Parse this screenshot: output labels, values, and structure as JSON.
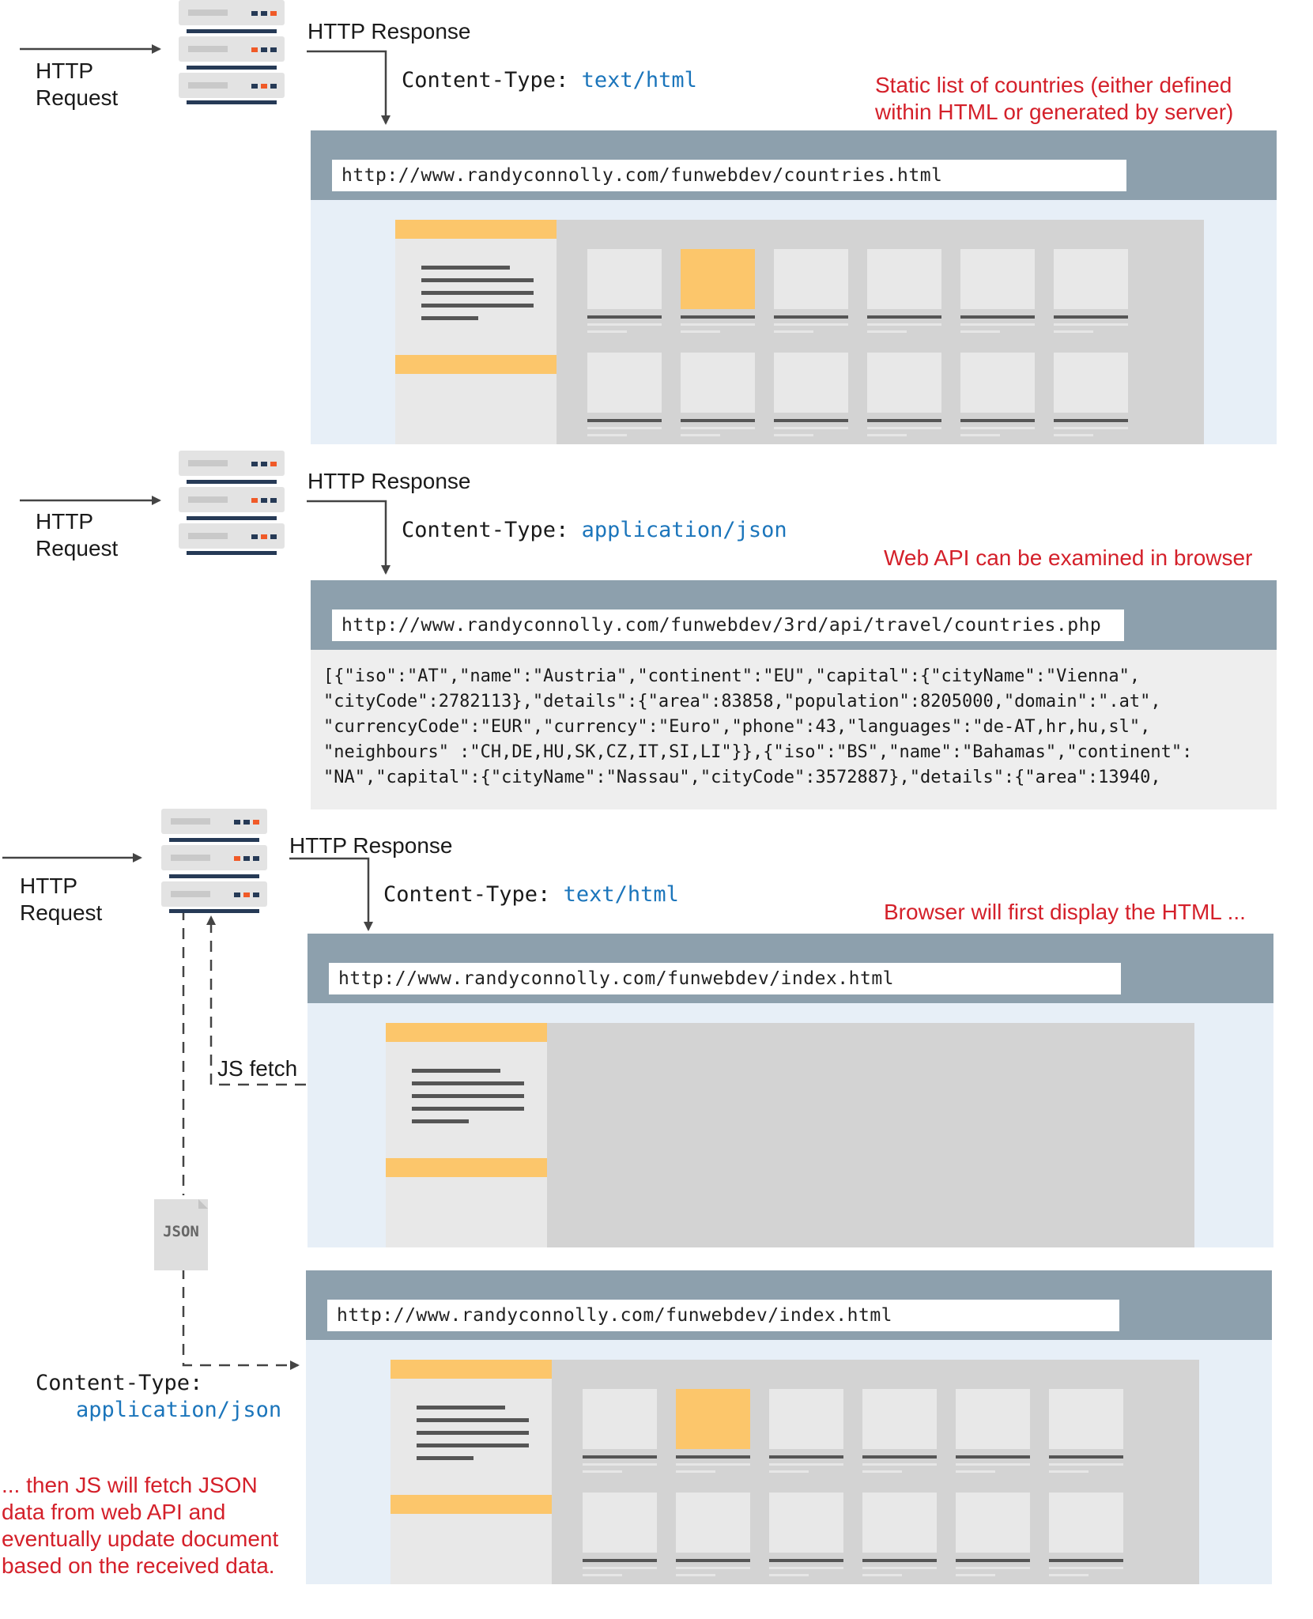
{
  "panel1": {
    "request_label": "HTTP Request",
    "response_label": "HTTP Response",
    "content_type_key": "Content-Type:",
    "content_type_value": "text/html",
    "note": "Static list of countries (either defined within HTML or generated by server)",
    "url": "http://www.randyconnolly.com/funwebdev/countries.html"
  },
  "panel2": {
    "request_label": "HTTP Request",
    "response_label": "HTTP Response",
    "content_type_key": "Content-Type:",
    "content_type_value": "application/json",
    "note": "Web API can be examined in browser",
    "url": "http://www.randyconnolly.com/funwebdev/3rd/api/travel/countries.php",
    "json_lines": [
      "[{\"iso\":\"AT\",\"name\":\"Austria\",\"continent\":\"EU\",\"capital\":{\"cityName\":\"Vienna\",",
      "\"cityCode\":2782113},\"details\":{\"area\":83858,\"population\":8205000,\"domain\":\".at\",",
      "\"currencyCode\":\"EUR\",\"currency\":\"Euro\",\"phone\":43,\"languages\":\"de-AT,hr,hu,sl\",",
      "\"neighbours\" :\"CH,DE,HU,SK,CZ,IT,SI,LI\"}},{\"iso\":\"BS\",\"name\":\"Bahamas\",\"continent\":",
      "\"NA\",\"capital\":{\"cityName\":\"Nassau\",\"cityCode\":3572887},\"details\":{\"area\":13940,"
    ]
  },
  "panel3": {
    "request_label": "HTTP Request",
    "response_label": "HTTP Response",
    "content_type_key": "Content-Type:",
    "content_type_value": "text/html",
    "note": "Browser will first display the HTML ...",
    "url": "http://www.randyconnolly.com/funwebdev/index.html",
    "fetch_label": "JS fetch",
    "json_doc_label": "JSON"
  },
  "panel4": {
    "url": "http://www.randyconnolly.com/funwebdev/index.html",
    "content_type_key": "Content-Type:",
    "content_type_value": "application/json",
    "note": "... then JS will fetch JSON data from web API and eventually update document based on the received data."
  },
  "colors": {
    "note_red": "#d4202a",
    "mime_blue": "#1b75bb",
    "address_bar": "#8da0ad",
    "highlight": "#fcc66b"
  },
  "icons": [
    "server-icon",
    "json-document-icon"
  ]
}
